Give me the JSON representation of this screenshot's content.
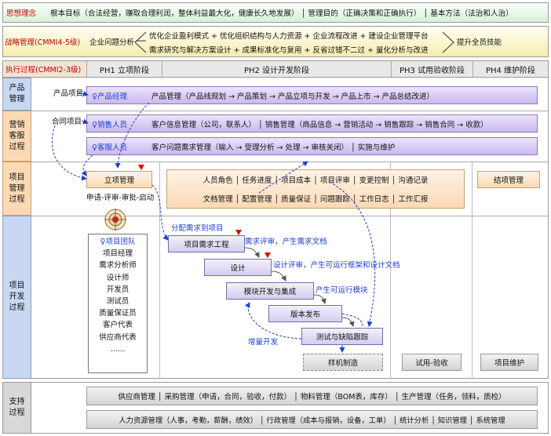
{
  "rows": {
    "philosophy": {
      "label": "思想理念",
      "text": "根本目标（合法经营，赚取合理利润，整体利益最大化，健康长久地发展） │ 管理目的（正确决策和正确执行） │ 基本方法（法治和人治）"
    },
    "strategy": {
      "label": "战略管理(CMMI4-5级)",
      "start": "企业问题分析",
      "line1": "优化企业盈利模式 + 优化组织结构与人力资源 + 企业流程改进 + 建设企业管理平台",
      "line2": "需求研究与解决方案设计 + 成果标准化与复用 + 反省过错不二过 + 量化分析与改进",
      "end": "提升全员技能"
    },
    "execution": {
      "label": "执行过程(CMMI2-3级)",
      "phases": [
        "PH1 立项阶段",
        "PH2 设计开发阶段",
        "PH3 试用验收阶段",
        "PH4 维护阶段"
      ]
    }
  },
  "sections": {
    "product": "产品\n管理",
    "marketing": "营销\n客服\n过程",
    "project_mgmt": "项目\n管理\n过程",
    "project_dev": "项目\n开发\n过程",
    "support": "支持\n过程"
  },
  "product": {
    "source": "产品项目",
    "role": "产品经理",
    "text": "产品管理（产品线规划 → 产品策划 → 产品立项与开发 → 产品上市 → 产品总结改进）"
  },
  "marketing": {
    "source": "合同项目",
    "sales_role": "销售人员",
    "sales_text": "客户信息管理（公司，联系人） │ 销售管理（商品信息 → 营销活动 → 销售跟踪 → 销售合同 → 收款）",
    "service_role": "客服人员",
    "service_text": "客户问题需求管理（输入 → 受理分析 → 处理 → 审核关闭） │ 实施与维护"
  },
  "project_mgmt": {
    "initiation": "立项管理",
    "initiation_note": "申请-评审-审批-启动",
    "row1": "人员角色 │ 任务进度 │ 项目成本 │ 项目评审 │ 变更控制 │ 沟通记录",
    "row2": "文档管理 │ 配置管理 │ 质量保证 │ 问题跟踪 │ 工作日志 │ 工作汇报",
    "closing": "结项管理"
  },
  "dev": {
    "assign_note": "分配需求到项目",
    "team_title": "项目团队",
    "team": [
      "项目经理",
      "需求分析师",
      "设计师",
      "开发员",
      "测试员",
      "质量保证员",
      "客户代表",
      "供应商代表",
      "……"
    ],
    "steps": [
      "项目需求工程",
      "设计",
      "模块开发与集成",
      "版本发布",
      "测试与缺陷跟踪"
    ],
    "notes": [
      "需求评审，产生需求文档",
      "设计评审，产生可运行框架和设计文档",
      "产生可运行模块"
    ],
    "increment_note": "增量开发",
    "prototype": "样机制造",
    "trial": "试用-验收",
    "maintenance": "项目维护"
  },
  "support": {
    "row1": "供应商管理 │ 采购管理（申请，合同，验收，付款） │ 物料管理（BOM表，库存） │ 生产管理（任务，领料，质检）",
    "row2": "人力资源管理（人事，考勤，薪酬，绩效） │ 行政管理（成本与报销，设备，工单） │ 统计分析 │ 知识管理 │ 系统管理"
  }
}
